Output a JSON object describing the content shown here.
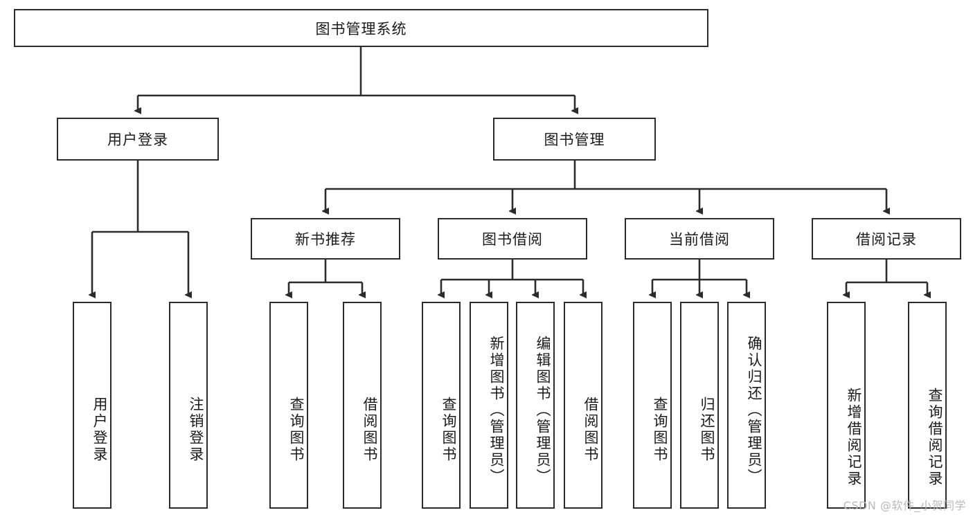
{
  "diagram": {
    "type": "tree-hierarchy-chart",
    "title_node": {
      "id": "root",
      "label": "图书管理系统"
    },
    "level2": [
      {
        "id": "user-login",
        "label": "用户登录"
      },
      {
        "id": "book-management",
        "label": "图书管理"
      }
    ],
    "level3": [
      {
        "id": "new-book-recommend",
        "label": "新书推荐",
        "parent": "book-management"
      },
      {
        "id": "book-borrow",
        "label": "图书借阅",
        "parent": "book-management"
      },
      {
        "id": "current-borrow",
        "label": "当前借阅",
        "parent": "book-management"
      },
      {
        "id": "borrow-record",
        "label": "借阅记录",
        "parent": "book-management"
      }
    ],
    "leaves": {
      "user-login": [
        {
          "id": "leaf-user-login",
          "label": "用户登录"
        },
        {
          "id": "leaf-logout-login",
          "label": "注销登录"
        }
      ],
      "new-book-recommend": [
        {
          "id": "leaf-query-book-1",
          "label": "查询图书"
        },
        {
          "id": "leaf-borrow-book-1",
          "label": "借阅图书"
        }
      ],
      "book-borrow": [
        {
          "id": "leaf-query-book-2",
          "label": "查询图书"
        },
        {
          "id": "leaf-add-book",
          "label": "新增图书（管理员）"
        },
        {
          "id": "leaf-edit-book",
          "label": "编辑图书（管理员）"
        },
        {
          "id": "leaf-borrow-book-2",
          "label": "借阅图书"
        }
      ],
      "current-borrow": [
        {
          "id": "leaf-query-book-3",
          "label": "查询图书"
        },
        {
          "id": "leaf-return-book",
          "label": "归还图书"
        },
        {
          "id": "leaf-confirm-return",
          "label": "确认归还（管理员）"
        }
      ],
      "borrow-record": [
        {
          "id": "leaf-add-record",
          "label": "新增借阅记录"
        },
        {
          "id": "leaf-query-record",
          "label": "查询借阅记录"
        }
      ]
    }
  },
  "watermark": {
    "text": "CSDN @软件_小贺同学"
  },
  "colors": {
    "stroke": "#2b2b2b",
    "background": "#ffffff",
    "text": "#1a1a1a",
    "watermark": "#b9b9b9"
  }
}
